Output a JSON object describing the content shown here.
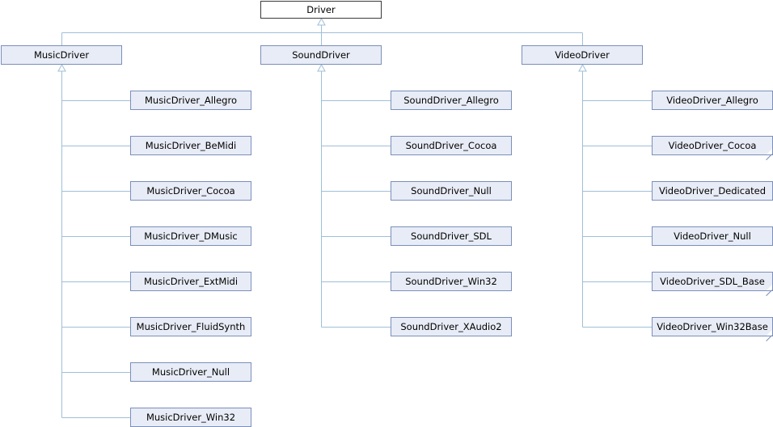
{
  "diagram": {
    "root": "Driver",
    "groups": [
      {
        "name": "MusicDriver",
        "children": [
          {
            "label": "MusicDriver_Allegro",
            "truncated": false
          },
          {
            "label": "MusicDriver_BeMidi",
            "truncated": false
          },
          {
            "label": "MusicDriver_Cocoa",
            "truncated": false
          },
          {
            "label": "MusicDriver_DMusic",
            "truncated": false
          },
          {
            "label": "MusicDriver_ExtMidi",
            "truncated": false
          },
          {
            "label": "MusicDriver_FluidSynth",
            "truncated": false
          },
          {
            "label": "MusicDriver_Null",
            "truncated": false
          },
          {
            "label": "MusicDriver_Win32",
            "truncated": false
          }
        ]
      },
      {
        "name": "SoundDriver",
        "children": [
          {
            "label": "SoundDriver_Allegro",
            "truncated": false
          },
          {
            "label": "SoundDriver_Cocoa",
            "truncated": false
          },
          {
            "label": "SoundDriver_Null",
            "truncated": false
          },
          {
            "label": "SoundDriver_SDL",
            "truncated": false
          },
          {
            "label": "SoundDriver_Win32",
            "truncated": false
          },
          {
            "label": "SoundDriver_XAudio2",
            "truncated": false
          }
        ]
      },
      {
        "name": "VideoDriver",
        "children": [
          {
            "label": "VideoDriver_Allegro",
            "truncated": false
          },
          {
            "label": "VideoDriver_Cocoa",
            "truncated": true
          },
          {
            "label": "VideoDriver_Dedicated",
            "truncated": false
          },
          {
            "label": "VideoDriver_Null",
            "truncated": false
          },
          {
            "label": "VideoDriver_SDL_Base",
            "truncated": true
          },
          {
            "label": "VideoDriver_Win32Base",
            "truncated": true
          }
        ]
      }
    ],
    "colors": {
      "edge": "#9fbfd6",
      "node_fill": "#e8ecf6",
      "node_border": "#7b8fba",
      "root_border": "#3a3a3a"
    }
  }
}
